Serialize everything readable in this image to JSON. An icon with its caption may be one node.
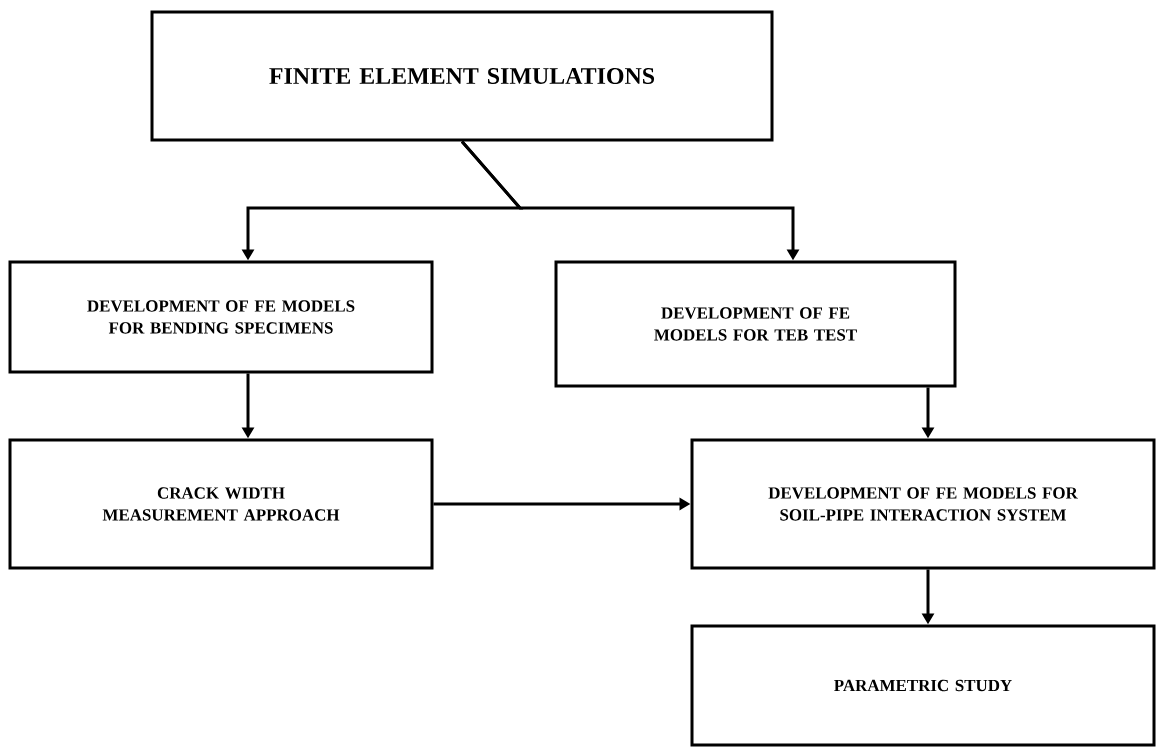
{
  "diagram": {
    "nodes": [
      {
        "text": [
          "FINITE ELEMENT SIMULATIONS"
        ]
      },
      {
        "text": [
          "DEVELOPMENT OF FE MODELS FOR BENDING SPECIMENS"
        ]
      },
      {
        "text": [
          "DEVELOPMENT OF FE MODELS FOR TEB TEST"
        ]
      },
      {
        "text": [
          "CRACK WIDTH MEASUREMENT APPROACH"
        ]
      },
      {
        "text": [
          "DEVELOPMENT OF FE MODELS FOR SOIL-PIPE INTERACTION SYSTEM"
        ]
      },
      {
        "text": [
          "PARAMETRIC STUDY"
        ]
      }
    ],
    "edges": [
      {
        "from": 0,
        "to": 1,
        "arrow": "to"
      },
      {
        "from": 0,
        "to": 2,
        "arrow": "to"
      },
      {
        "from": 1,
        "to": 3,
        "arrow": "to"
      },
      {
        "from": 2,
        "to": 4,
        "arrow": "to"
      },
      {
        "from": 3,
        "to": 4,
        "arrow": "to"
      },
      {
        "from": 4,
        "to": 5,
        "arrow": "to"
      }
    ]
  }
}
